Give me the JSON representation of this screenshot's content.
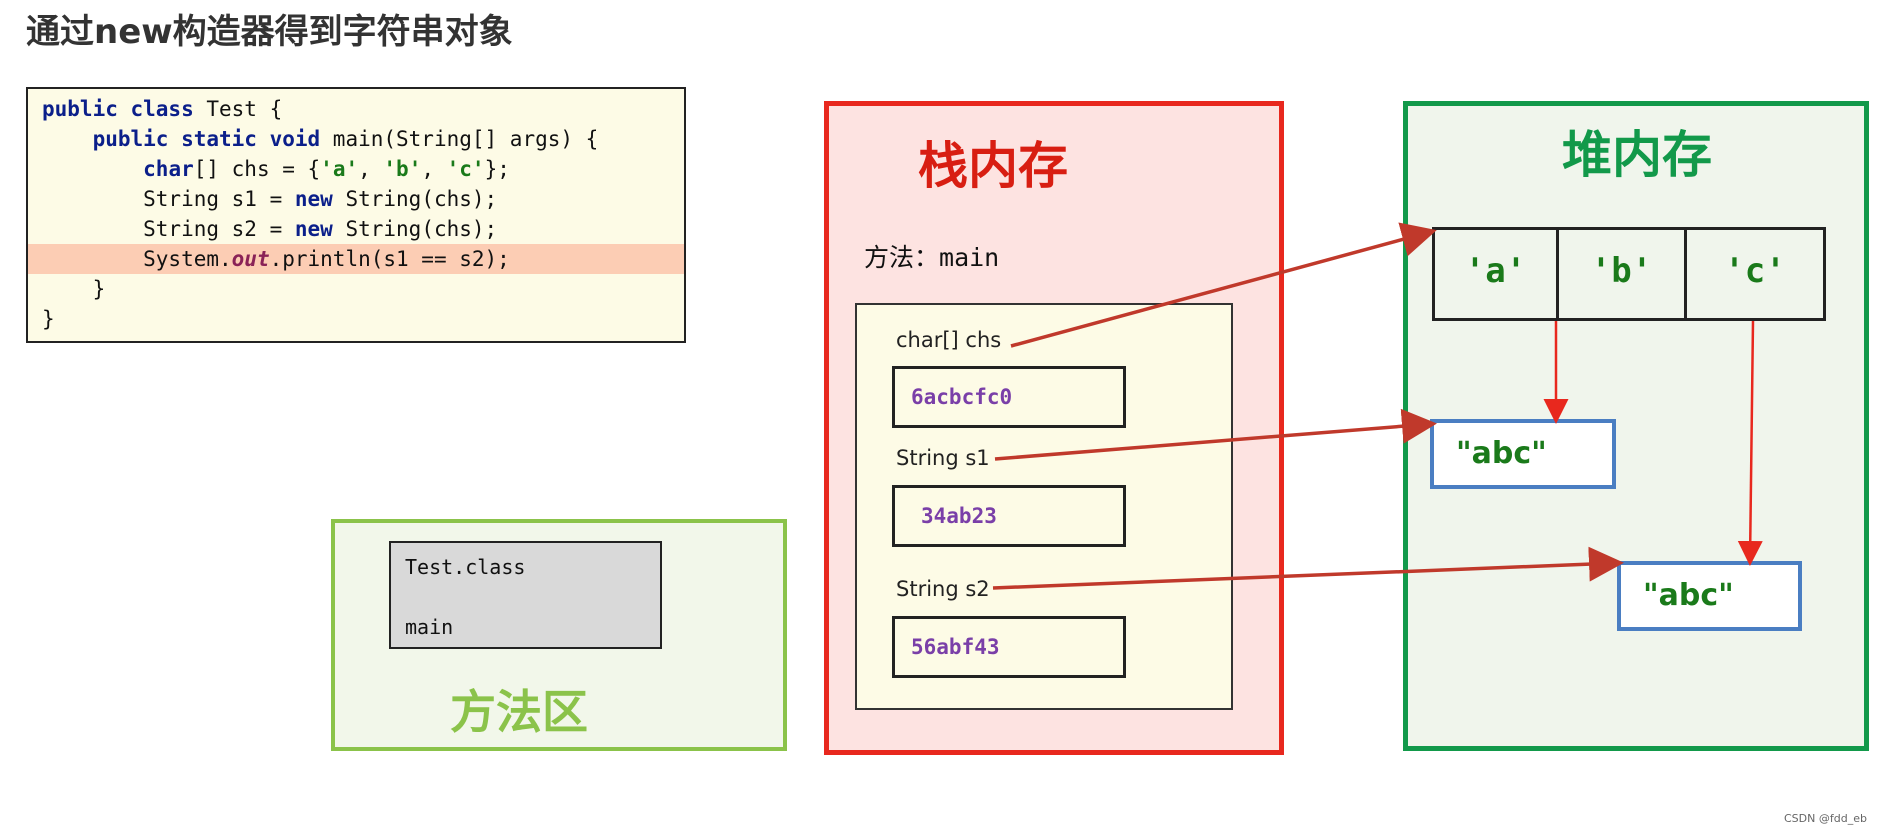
{
  "title": "通过new构造器得到字符串对象",
  "code": {
    "lines": [
      [
        {
          "t": "public class",
          "c": "kw"
        },
        {
          "t": " Test {"
        }
      ],
      [
        {
          "t": "    "
        },
        {
          "t": "public static void",
          "c": "kw"
        },
        {
          "t": " main(String[] args) {"
        }
      ],
      [
        {
          "t": "        "
        },
        {
          "t": "char",
          "c": "kw"
        },
        {
          "t": "[] chs = {"
        },
        {
          "t": "'a'",
          "c": "str"
        },
        {
          "t": ", "
        },
        {
          "t": "'b'",
          "c": "str"
        },
        {
          "t": ", "
        },
        {
          "t": "'c'",
          "c": "str"
        },
        {
          "t": "};"
        }
      ],
      [
        {
          "t": "        String s1 = "
        },
        {
          "t": "new",
          "c": "kw"
        },
        {
          "t": " String(chs);"
        }
      ],
      [
        {
          "t": "        String s2 = "
        },
        {
          "t": "new",
          "c": "kw"
        },
        {
          "t": " String(chs);"
        }
      ],
      [
        {
          "t": "        System."
        },
        {
          "t": "out",
          "c": "it"
        },
        {
          "t": ".println(s1 == s2);"
        }
      ],
      [
        {
          "t": "    }"
        }
      ],
      [
        {
          "t": "}"
        }
      ]
    ],
    "highlight_line": 5
  },
  "method_area": {
    "label": "方法区",
    "class_name": "Test.class",
    "method": "main"
  },
  "stack": {
    "label": "栈内存",
    "method_prefix": "方法：",
    "method_name": "main",
    "vars": [
      {
        "label": "char[]  chs",
        "addr": "6acbcfc0"
      },
      {
        "label": "String  s1",
        "addr": "34ab23"
      },
      {
        "label": "String  s2",
        "addr": "56abf43"
      }
    ]
  },
  "heap": {
    "label": "堆内存",
    "array": [
      "'a'",
      "'b'",
      "'c'"
    ],
    "strings": [
      "\"abc\"",
      "\"abc\""
    ]
  },
  "colors": {
    "arrow": "#c0392b",
    "stack_border": "#e8281e",
    "heap_border": "#12994a",
    "method_border": "#8bc34a",
    "highlight": "#fccdb4"
  },
  "watermark": "CSDN @fdd_eb"
}
